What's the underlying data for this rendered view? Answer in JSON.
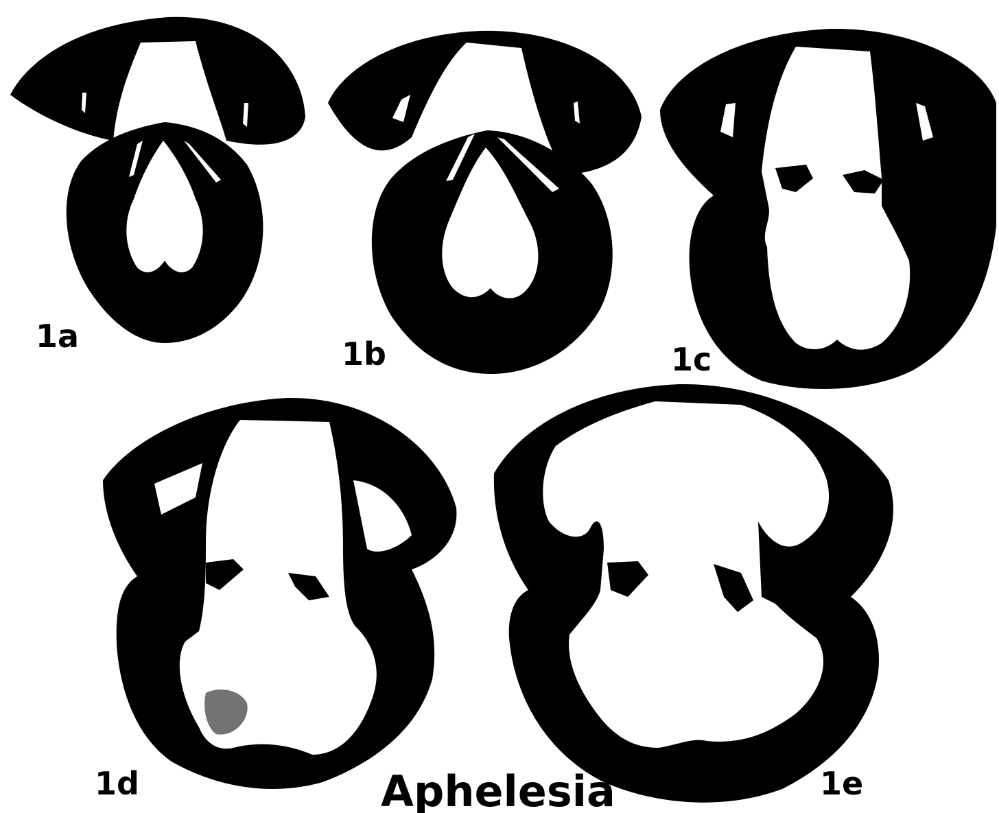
{
  "figure": {
    "genus_caption": "Aphelesia",
    "panels": [
      {
        "id": "1a",
        "label": "1a"
      },
      {
        "id": "1b",
        "label": "1b"
      },
      {
        "id": "1c",
        "label": "1c"
      },
      {
        "id": "1d",
        "label": "1d"
      },
      {
        "id": "1e",
        "label": "1e"
      }
    ],
    "colors": {
      "ink": "#000000",
      "paper": "#ffffff"
    }
  }
}
